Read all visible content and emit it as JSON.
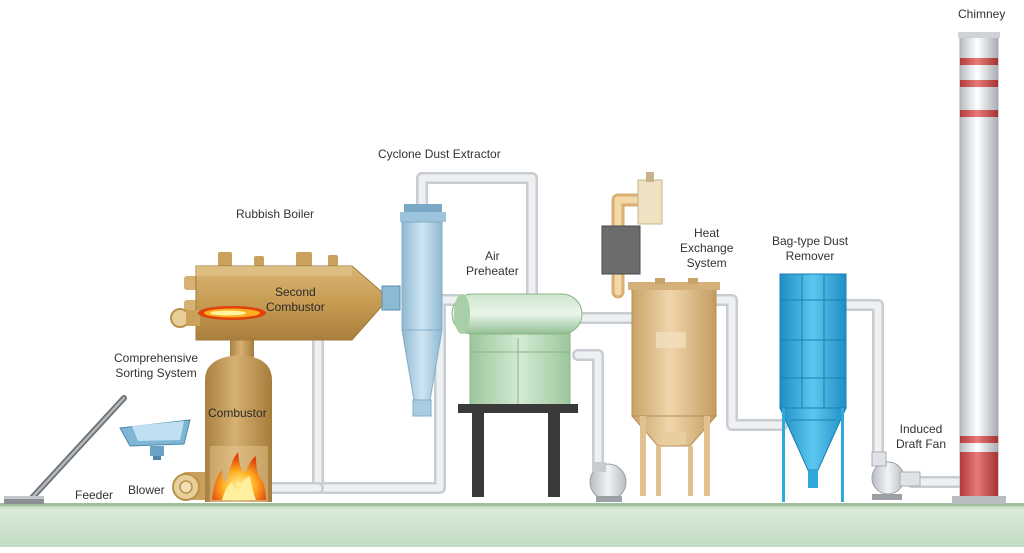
{
  "labels": {
    "chimney": "Chimney",
    "cyclone": "Cyclone Dust Extractor",
    "boiler": "Rubbish Boiler",
    "second_combustor": [
      "Second",
      "Combustor"
    ],
    "air_preheater": [
      "Air",
      "Preheater"
    ],
    "heat_exchange": [
      "Heat",
      "Exchange",
      "System"
    ],
    "bag_dust": [
      "Bag-type Dust",
      "Remover"
    ],
    "sorting": [
      "Comprehensive",
      "Sorting System"
    ],
    "combustor": "Combustor",
    "blower": "Blower",
    "feeder": "Feeder",
    "induced_fan": [
      "Induced",
      "Draft Fan"
    ]
  },
  "colors": {
    "ground": "#cfe3cf",
    "pipe": "#e4e7ea",
    "boiler": "#c9a15a",
    "cyclone": "#a9cbe0",
    "preheater": "#b9d8b9",
    "tank": "#e2c191",
    "bag": "#2fa9dd",
    "chimney_band": "#d24b4b"
  }
}
